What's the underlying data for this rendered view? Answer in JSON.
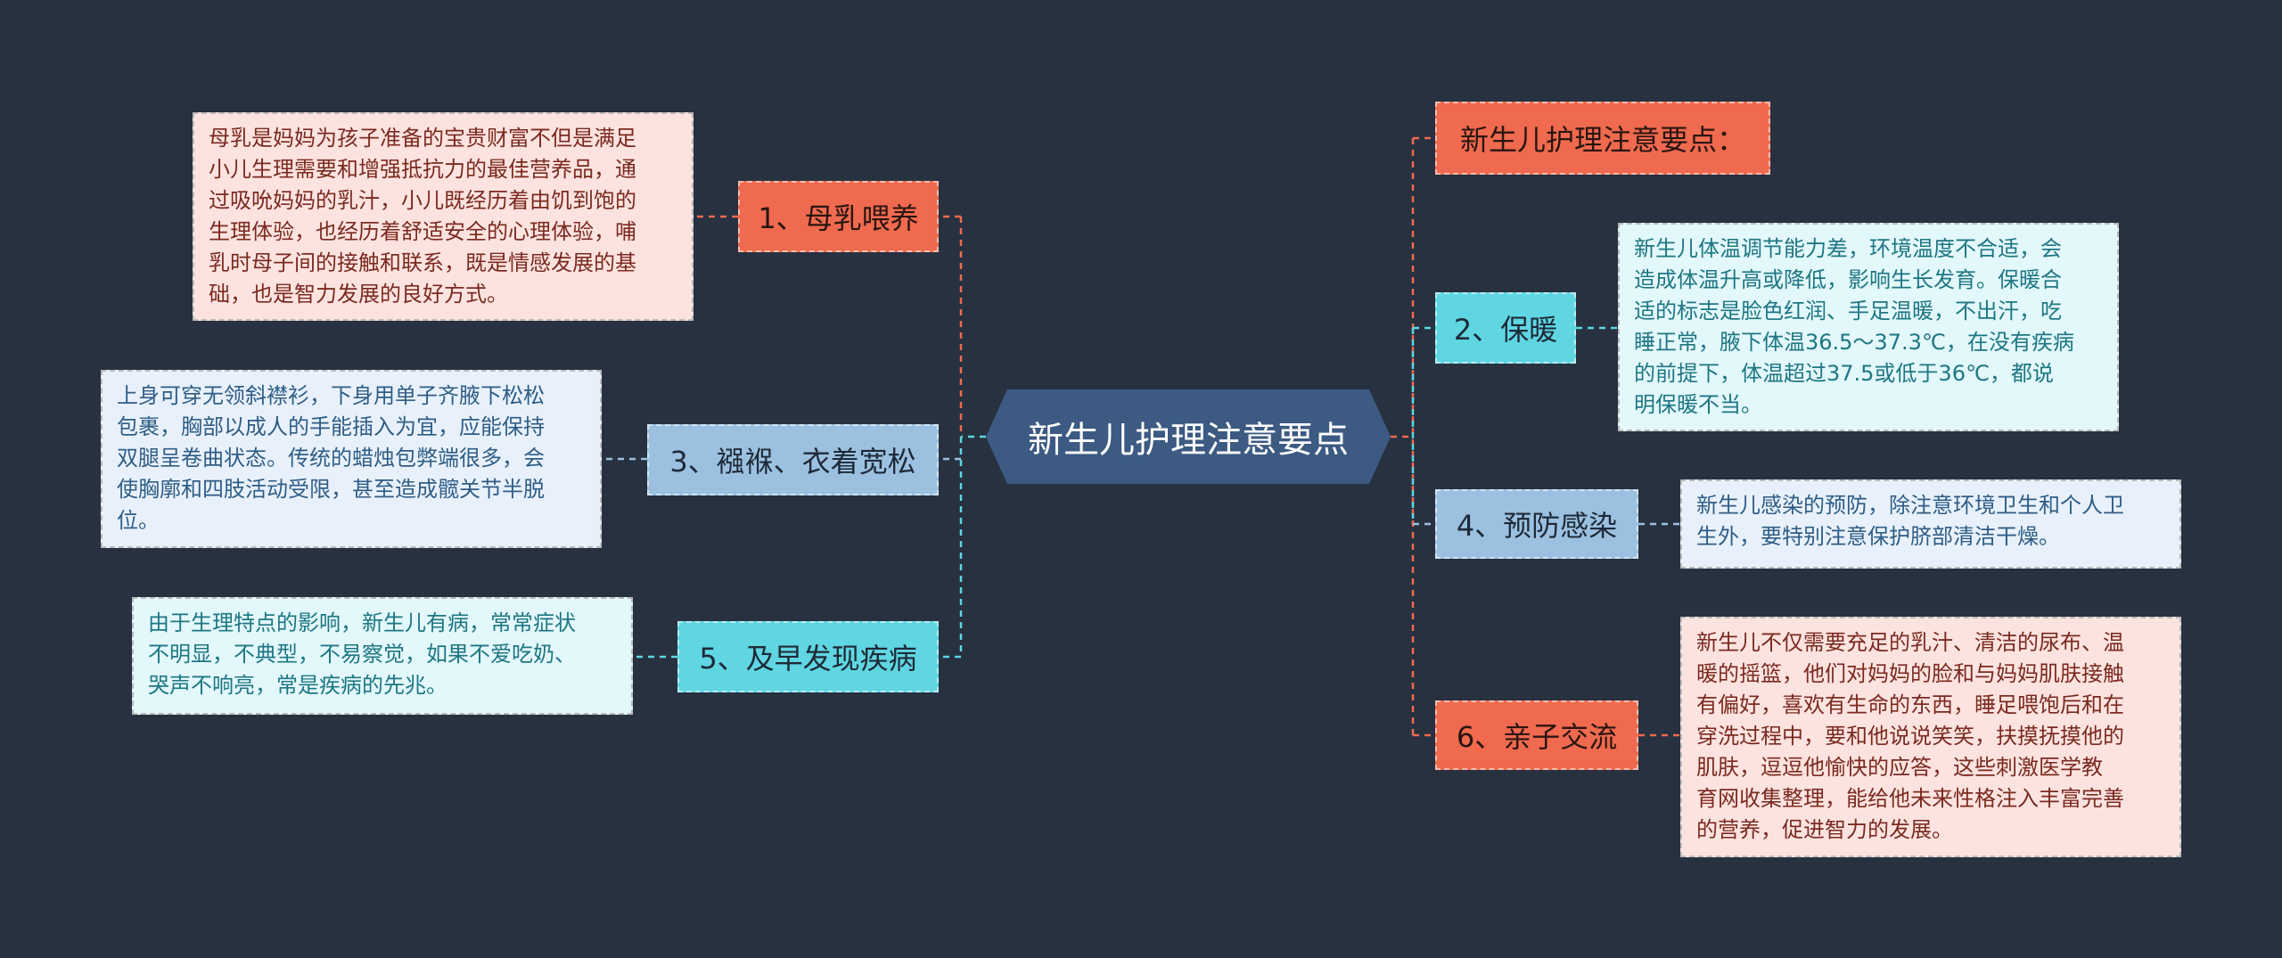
{
  "colors": {
    "background": "#273140",
    "center": "#3c5a82",
    "red_topic": "#ef6a4f",
    "blue_topic": "#9cc1e0",
    "cyan_topic": "#5fd6e2",
    "red_line": "#ef6a4f",
    "cyan_line": "#5fd6e2"
  },
  "center": {
    "title": "新生儿护理注意要点"
  },
  "topics": {
    "heading": "新生儿护理注意要点：",
    "t1": "1、母乳喂养",
    "t2": "2、保暖",
    "t3": "3、襁褓、衣着宽松",
    "t4": "4、预防感染",
    "t5": "5、及早发现疾病",
    "t6": "6、亲子交流"
  },
  "details": {
    "d1": "母乳是妈妈为孩子准备的宝贵财富不但是满足\n小儿生理需要和增强抵抗力的最佳营养品，通\n过吸吮妈妈的乳汁，小儿既经历着由饥到饱的\n生理体验，也经历着舒适安全的心理体验，哺\n乳时母子间的接触和联系，既是情感发展的基\n础，也是智力发展的良好方式。",
    "d2": "新生儿体温调节能力差，环境温度不合适，会\n造成体温升高或降低，影响生长发育。保暖合\n适的标志是脸色红润、手足温暖，不出汗，吃\n睡正常，腋下体温36.5～37.3℃，在没有疾病\n的前提下，体温超过37.5或低于36℃，都说\n明保暖不当。",
    "d3": "上身可穿无领斜襟衫，下身用单子齐腋下松松\n包裹，胸部以成人的手能插入为宜，应能保持\n双腿呈卷曲状态。传统的蜡烛包弊端很多，会\n使胸廓和四肢活动受限，甚至造成髋关节半脱\n位。",
    "d4": "新生儿感染的预防，除注意环境卫生和个人卫\n生外，要特别注意保护脐部清洁干燥。",
    "d5": "由于生理特点的影响，新生儿有病，常常症状\n不明显，不典型，不易察觉，如果不爱吃奶、\n哭声不响亮，常是疾病的先兆。",
    "d6": "新生儿不仅需要充足的乳汁、清洁的尿布、温\n暖的摇篮，他们对妈妈的脸和与妈妈肌肤接触\n有偏好，喜欢有生命的东西，睡足喂饱后和在\n穿洗过程中，要和他说说笑笑，扶摸抚摸他的\n肌肤，逗逗他愉快的应答，这些刺激医学教\n育网收集整理，能给他未来性格注入丰富完善\n的营养，促进智力的发展。"
  }
}
